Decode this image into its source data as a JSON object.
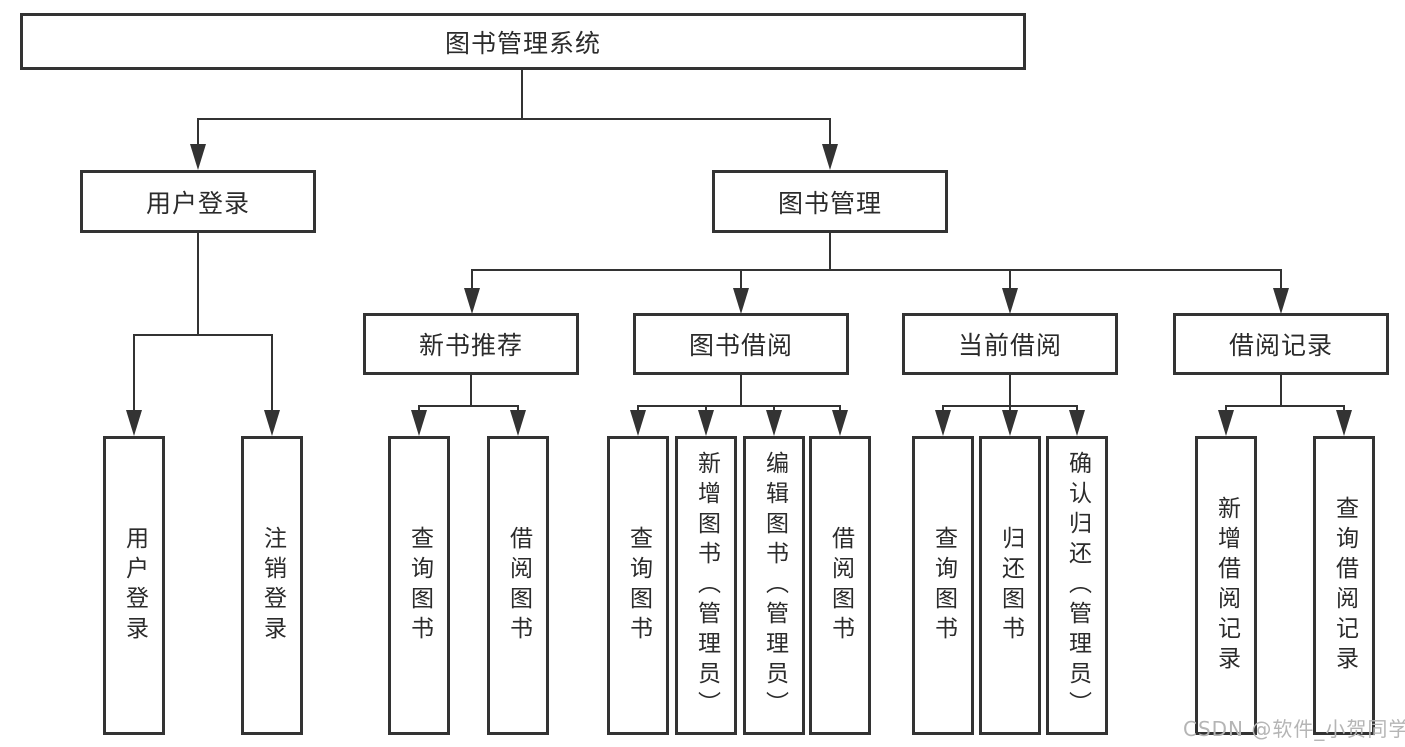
{
  "colors": {
    "line": "#333333",
    "text": "#2b2b2b",
    "background": "#ffffff",
    "watermark": "#b5b5b5"
  },
  "watermark": {
    "text": "CSDN @软件_小贺同学"
  },
  "diagram": {
    "root": {
      "label": "图书管理系统"
    },
    "level2": [
      {
        "label": "用户登录"
      },
      {
        "label": "图书管理"
      }
    ],
    "level3": [
      {
        "label": "新书推荐"
      },
      {
        "label": "图书借阅"
      },
      {
        "label": "当前借阅"
      },
      {
        "label": "借阅记录"
      }
    ],
    "leaves": {
      "user_login": [
        "用户登录",
        "注销登录"
      ],
      "new_book_recommend": [
        "查询图书",
        "借阅图书"
      ],
      "book_borrow": [
        "查询图书",
        "新增图书（管理员）",
        "编辑图书（管理员）",
        "借阅图书"
      ],
      "current_borrow": [
        "查询图书",
        "归还图书",
        "确认归还（管理员）"
      ],
      "borrow_records": [
        "新增借阅记录",
        "查询借阅记录"
      ]
    }
  }
}
